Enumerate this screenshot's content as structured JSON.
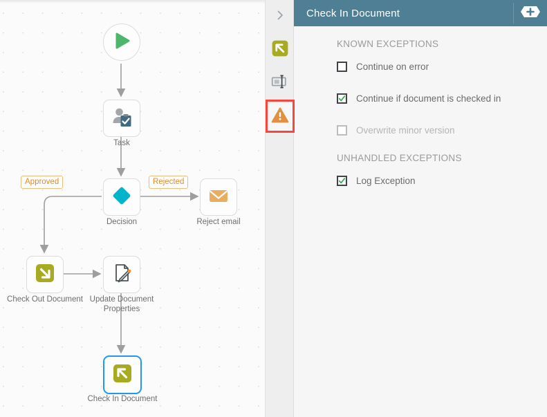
{
  "canvas": {
    "nodes": [
      {
        "id": "start",
        "label": "",
        "icon": "play-icon",
        "shape": "circle"
      },
      {
        "id": "task",
        "label": "Task",
        "icon": "user-task-icon",
        "shape": "box"
      },
      {
        "id": "decision",
        "label": "Decision",
        "icon": "decision-diamond-icon",
        "shape": "box"
      },
      {
        "id": "reject",
        "label": "Reject email",
        "icon": "envelope-icon",
        "shape": "box"
      },
      {
        "id": "checkout",
        "label": "Check Out Document",
        "icon": "check-out-arrow-icon",
        "shape": "box"
      },
      {
        "id": "update",
        "label": "Update Document Properties",
        "icon": "document-edit-icon",
        "shape": "box"
      },
      {
        "id": "checkin",
        "label": "Check In Document",
        "icon": "check-in-arrow-icon",
        "shape": "box",
        "selected": true
      }
    ],
    "edge_labels": [
      {
        "id": "approved",
        "text": "Approved"
      },
      {
        "id": "rejected",
        "text": "Rejected"
      }
    ]
  },
  "rail": {
    "collapse_icon": "chevron-right-icon",
    "items": [
      {
        "id": "general",
        "icon": "check-in-arrow-icon"
      },
      {
        "id": "properties",
        "icon": "form-field-icon"
      },
      {
        "id": "exceptions",
        "icon": "warning-triangle-icon",
        "active": true
      }
    ]
  },
  "panel": {
    "title": "Check In Document",
    "add_icon": "plus-icon",
    "sections": [
      {
        "id": "known-exceptions",
        "title": "KNOWN EXCEPTIONS",
        "options": [
          {
            "id": "continue-on-error",
            "label": "Continue on error",
            "checked": false,
            "disabled": false
          },
          {
            "id": "continue-if-checked-in",
            "label": "Continue if document is checked in",
            "checked": true,
            "disabled": false
          },
          {
            "id": "overwrite-minor-version",
            "label": "Overwrite minor version",
            "checked": false,
            "disabled": true
          }
        ]
      },
      {
        "id": "unhandled-exceptions",
        "title": "UNHANDLED EXCEPTIONS",
        "options": [
          {
            "id": "log-exception",
            "label": "Log Exception",
            "checked": true,
            "disabled": false
          }
        ]
      }
    ]
  },
  "colors": {
    "header": "#4f7f95",
    "accent_olive": "#a8ab21",
    "accent_teal": "#00b4cc",
    "accent_green": "#4cb76a",
    "accent_orange": "#e8ad5e",
    "highlight_red": "#f8463c",
    "selection_blue": "#2196f3"
  }
}
